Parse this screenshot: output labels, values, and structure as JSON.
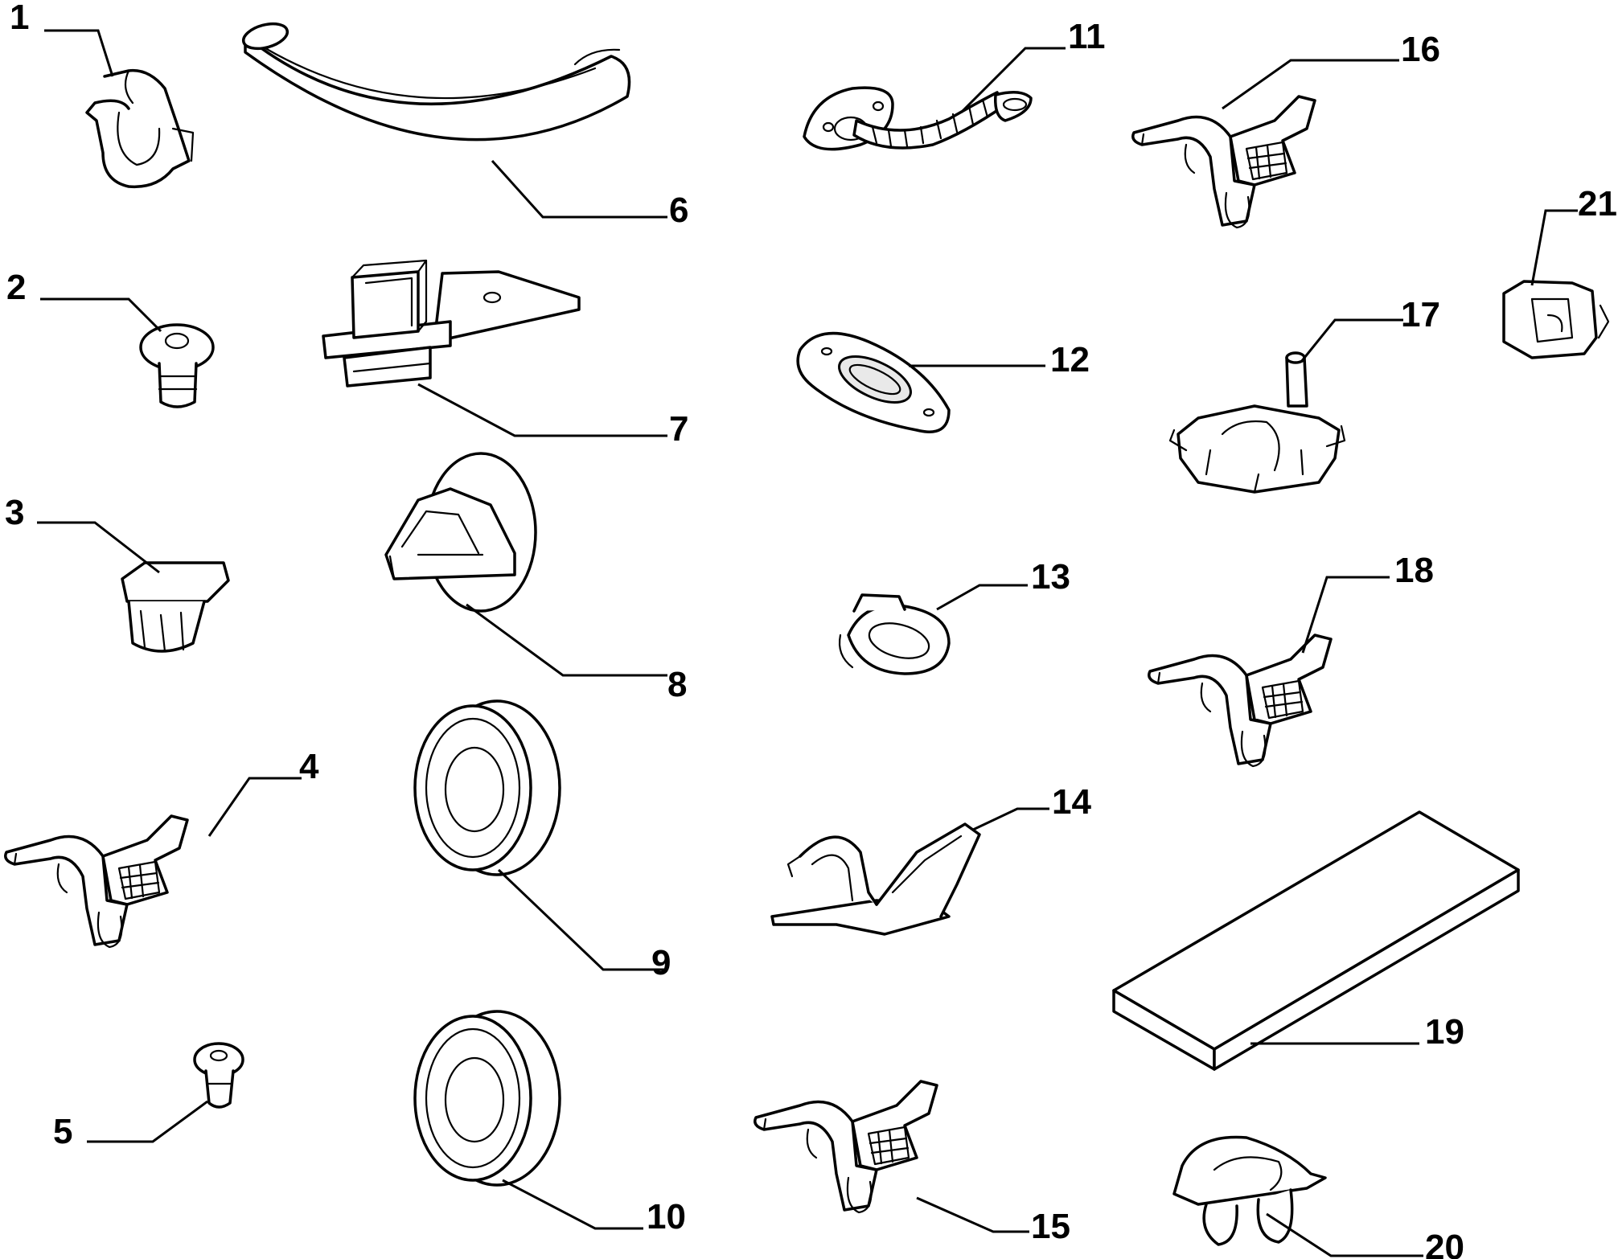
{
  "parts": [
    {
      "ref": "1"
    },
    {
      "ref": "2"
    },
    {
      "ref": "3"
    },
    {
      "ref": "4"
    },
    {
      "ref": "5"
    },
    {
      "ref": "6"
    },
    {
      "ref": "7"
    },
    {
      "ref": "8"
    },
    {
      "ref": "9"
    },
    {
      "ref": "10"
    },
    {
      "ref": "11"
    },
    {
      "ref": "12"
    },
    {
      "ref": "13"
    },
    {
      "ref": "14"
    },
    {
      "ref": "15"
    },
    {
      "ref": "16"
    },
    {
      "ref": "17"
    },
    {
      "ref": "18"
    },
    {
      "ref": "19"
    },
    {
      "ref": "20"
    },
    {
      "ref": "21"
    }
  ],
  "colors": {
    "line": "#000000",
    "fill": "#ffffff",
    "shade": "#e9e9e9"
  }
}
